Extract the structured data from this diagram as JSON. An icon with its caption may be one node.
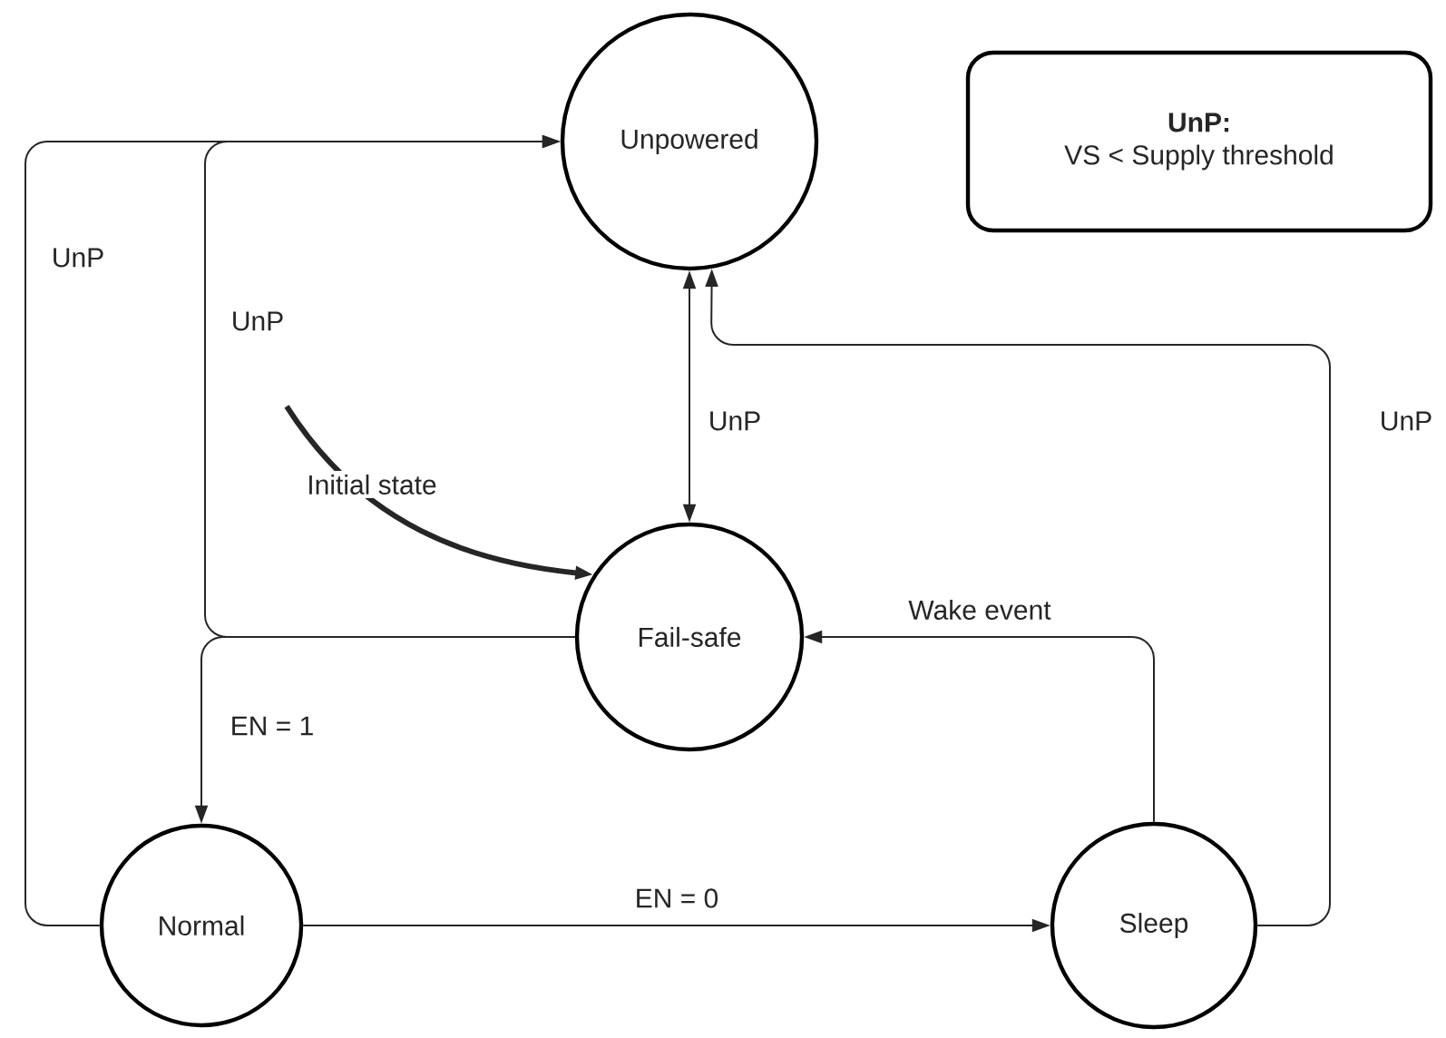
{
  "diagram": {
    "nodes": [
      {
        "text": [
          "Unpowered"
        ]
      },
      {
        "text": [
          "UnP:",
          "VS < Supply threshold"
        ]
      },
      {
        "text": [
          "Fail-safe"
        ]
      },
      {
        "text": [
          "Normal"
        ]
      },
      {
        "text": [
          "Sleep"
        ]
      }
    ],
    "edges": [
      {
        "from": 3,
        "to": 0,
        "arrow": "to",
        "label": "UnP"
      },
      {
        "from": 2,
        "to": 0,
        "arrow": "to",
        "label": "UnP"
      },
      {
        "from": 0,
        "to": 2,
        "arrow": "both",
        "label": "UnP"
      },
      {
        "from": 4,
        "to": 0,
        "arrow": "to",
        "label": "UnP"
      },
      {
        "from": 2,
        "to": 3,
        "arrow": "to",
        "label": "EN = 1"
      },
      {
        "from": 3,
        "to": 4,
        "arrow": "to",
        "label": "EN = 0"
      },
      {
        "from": 4,
        "to": 2,
        "arrow": "to",
        "label": "Wake event"
      },
      {
        "from": null,
        "to": 2,
        "arrow": "to",
        "label": "Initial state",
        "style": "thick"
      }
    ]
  }
}
